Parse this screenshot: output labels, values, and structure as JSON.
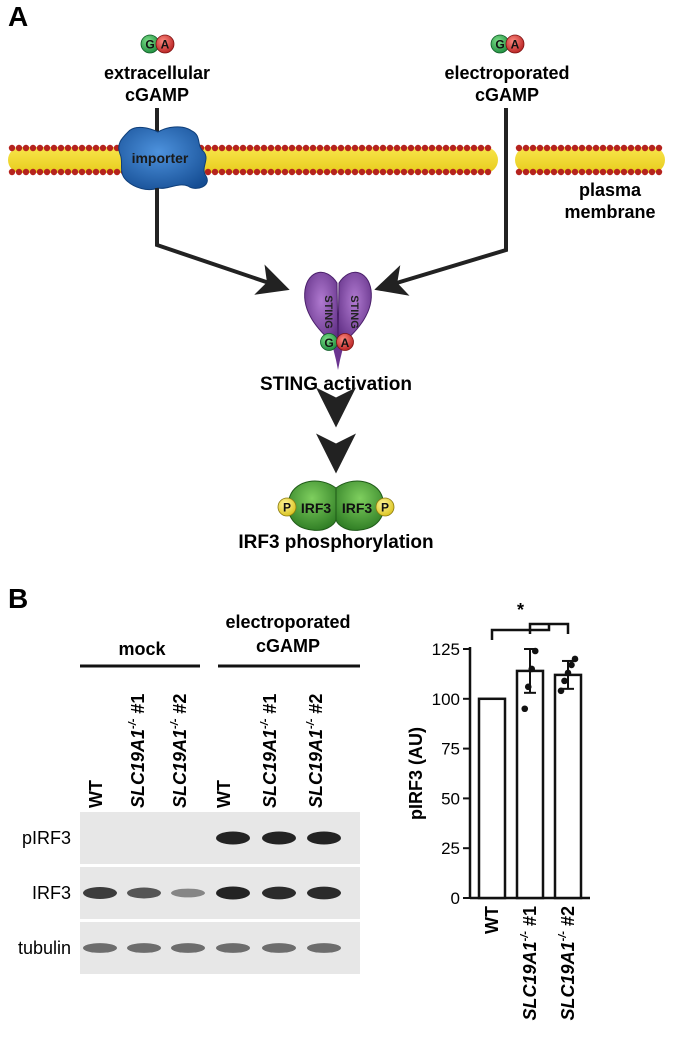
{
  "panel_a": {
    "letter": "A",
    "extracellular": {
      "line1": "extracellular",
      "line2": "cGAMP"
    },
    "electroporated": {
      "line1": "electroporated",
      "line2": "cGAMP"
    },
    "cgamp_g": "G",
    "cgamp_a": "A",
    "importer": "importer",
    "plasma_membrane": {
      "line1": "plasma",
      "line2": "membrane"
    },
    "sting_left": "STING",
    "sting_right": "STING",
    "sting_activation": "STING activation",
    "irf3_left": "IRF3",
    "irf3_right": "IRF3",
    "phospho": "P",
    "irf3_phosphorylation": "IRF3 phosphorylation"
  },
  "panel_b": {
    "letter": "B",
    "blot": {
      "group_mock": "mock",
      "group_electro": {
        "line1": "electroporated",
        "line2": "cGAMP"
      },
      "lanes": [
        {
          "gene": "WT",
          "sup": "",
          "suffix": ""
        },
        {
          "gene": "SLC19A1",
          "sup": "-/-",
          "suffix": " #1"
        },
        {
          "gene": "SLC19A1",
          "sup": "-/-",
          "suffix": " #2"
        },
        {
          "gene": "WT",
          "sup": "",
          "suffix": ""
        },
        {
          "gene": "SLC19A1",
          "sup": "-/-",
          "suffix": " #1"
        },
        {
          "gene": "SLC19A1",
          "sup": "-/-",
          "suffix": " #2"
        }
      ],
      "rows": [
        {
          "label": "pIRF3",
          "intensity": [
            0,
            0,
            0,
            1.0,
            1.0,
            1.0
          ]
        },
        {
          "label": "IRF3",
          "intensity": [
            0.85,
            0.7,
            0.4,
            1.0,
            0.95,
            0.95
          ]
        },
        {
          "label": "tubulin",
          "intensity": [
            0.55,
            0.55,
            0.55,
            0.55,
            0.55,
            0.55
          ]
        }
      ]
    }
  },
  "chart_data": {
    "type": "bar",
    "categories": [
      "WT",
      "SLC19A1-/- #1",
      "SLC19A1-/- #2"
    ],
    "category_labels": [
      {
        "gene": "WT",
        "sup": "",
        "suffix": ""
      },
      {
        "gene": "SLC19A1",
        "sup": "-/-",
        "suffix": " #1"
      },
      {
        "gene": "SLC19A1",
        "sup": "-/-",
        "suffix": " #2"
      }
    ],
    "values": [
      100,
      114,
      112
    ],
    "errors": [
      0,
      11,
      7
    ],
    "points": [
      [
        100
      ],
      [
        95,
        106,
        115,
        124
      ],
      [
        104,
        109,
        113,
        117,
        120
      ]
    ],
    "ylabel": "pIRF3 (AU)",
    "ylim": [
      0,
      125
    ],
    "yticks": [
      0,
      25,
      50,
      75,
      100,
      125
    ],
    "significance": "*"
  },
  "colors": {
    "arrow": "#222222",
    "membrane_fill": "#f5e13b",
    "membrane_bead": "#b5231e",
    "importer": "#1c63b0",
    "sting": "#7b3fa0",
    "irf3": "#3e9e32",
    "g_circle": "#27a14a",
    "a_circle": "#d12b2b",
    "phospho": "#f2dc2b"
  }
}
